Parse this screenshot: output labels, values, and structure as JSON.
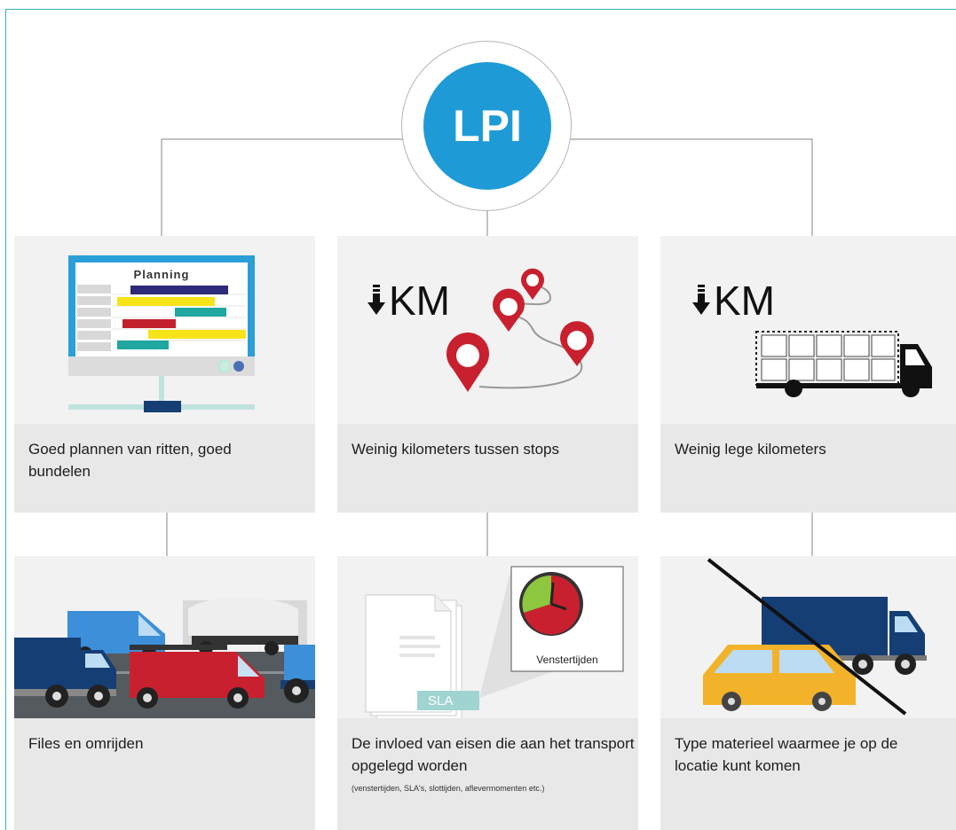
{
  "hub": {
    "label": "LPI"
  },
  "colors": {
    "hub": "#1e9bd7",
    "frame": "#34b3b3",
    "card_bg": "#f2f2f2",
    "caption_bg": "#e8e8e8",
    "pin_red": "#c8202f",
    "truck_blue": "#153e75",
    "van_yellow": "#f2b32a"
  },
  "cards": [
    {
      "caption": "Goed plannen van ritten, goed bundelen",
      "icon": "planning-monitor-icon",
      "screen_title": "Planning"
    },
    {
      "caption": "Weinig kilometers tussen stops",
      "icon": "route-pins-icon",
      "km_label": "KM"
    },
    {
      "caption": "Weinig lege kilometers",
      "icon": "empty-truck-icon",
      "km_label": "KM"
    },
    {
      "caption": "Files en omrijden",
      "icon": "traffic-jam-icon"
    },
    {
      "caption": "De invloed van eisen die aan het transport opgelegd worden",
      "note": "(venstertijden, SLA's, slottijden, aflevermomenten etc.)",
      "icon": "document-clock-icon",
      "doc_label": "SLA",
      "clock_label": "Venstertijden"
    },
    {
      "caption": "Type materieel waarmee je op de locatie kunt komen",
      "icon": "vehicle-type-icon"
    }
  ]
}
